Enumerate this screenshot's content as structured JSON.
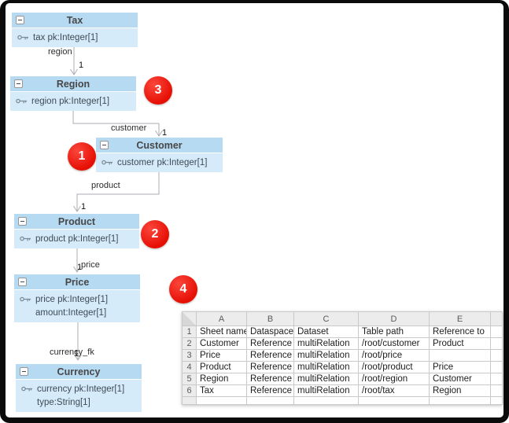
{
  "diagram": {
    "entities": [
      {
        "title": "Tax",
        "attributes": [
          {
            "key": true,
            "text": "tax pk:Integer[1]"
          }
        ]
      },
      {
        "title": "Region",
        "attributes": [
          {
            "key": true,
            "text": "region pk:Integer[1]"
          }
        ]
      },
      {
        "title": "Customer",
        "attributes": [
          {
            "key": true,
            "text": "customer pk:Integer[1]"
          }
        ]
      },
      {
        "title": "Product",
        "attributes": [
          {
            "key": true,
            "text": "product pk:Integer[1]"
          }
        ]
      },
      {
        "title": "Price",
        "attributes": [
          {
            "key": true,
            "text": "price pk:Integer[1]"
          },
          {
            "key": false,
            "text": "amount:Integer[1]"
          }
        ]
      },
      {
        "title": "Currency",
        "attributes": [
          {
            "key": true,
            "text": "currency pk:Integer[1]"
          },
          {
            "key": false,
            "text": "type:String[1]"
          }
        ]
      }
    ],
    "connectors": [
      {
        "from": "Tax",
        "to": "Region",
        "label": "region",
        "multiplicity": "1"
      },
      {
        "from": "Region",
        "to": "Customer",
        "label": "customer",
        "multiplicity": "1"
      },
      {
        "from": "Customer",
        "to": "Product",
        "label": "product",
        "multiplicity": "1"
      },
      {
        "from": "Product",
        "to": "Price",
        "label": "price",
        "multiplicity": "1"
      },
      {
        "from": "Price",
        "to": "Currency",
        "label": "currency_fk",
        "multiplicity": "1"
      }
    ],
    "badges": [
      {
        "label": "1"
      },
      {
        "label": "2"
      },
      {
        "label": "3"
      },
      {
        "label": "4"
      }
    ]
  },
  "spreadsheet": {
    "column_letters": [
      "A",
      "B",
      "C",
      "D",
      "E"
    ],
    "rows": [
      {
        "num": "1",
        "cells": [
          "Sheet name",
          "Dataspace",
          "Dataset",
          "Table path",
          "Reference to"
        ]
      },
      {
        "num": "2",
        "cells": [
          "Customer",
          "Reference",
          "multiRelation",
          "/root/customer",
          "Product"
        ]
      },
      {
        "num": "3",
        "cells": [
          "Price",
          "Reference",
          "multiRelation",
          "/root/price",
          ""
        ]
      },
      {
        "num": "4",
        "cells": [
          "Product",
          "Reference",
          "multiRelation",
          "/root/product",
          "Price"
        ]
      },
      {
        "num": "5",
        "cells": [
          "Region",
          "Reference",
          "multiRelation",
          "/root/region",
          "Customer"
        ]
      },
      {
        "num": "6",
        "cells": [
          "Tax",
          "Reference",
          "multiRelation",
          "/root/tax",
          "Region"
        ]
      }
    ]
  },
  "colors": {
    "entity_header": "#b7daf3",
    "entity_body": "#d5ebfa",
    "connector": "#a9aeb3",
    "badge_red": "#e60f04",
    "grid_border": "#c9c9c9",
    "sheet_header_bg": "#ececec"
  }
}
